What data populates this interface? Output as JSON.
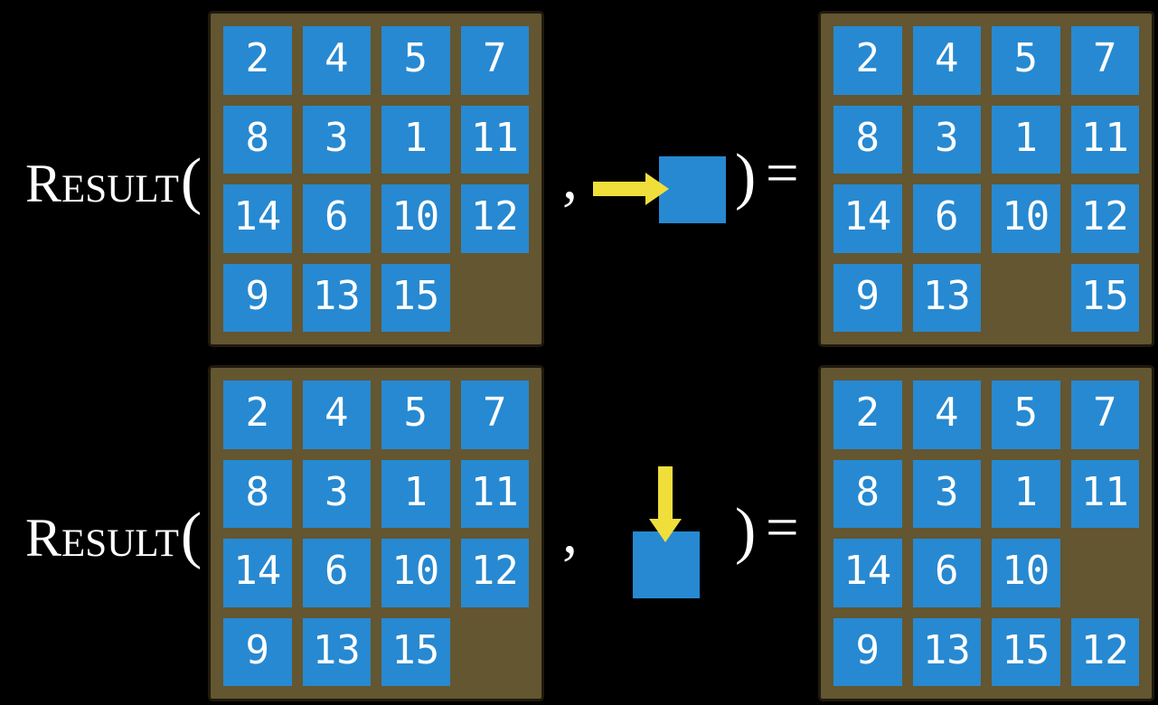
{
  "figure": {
    "label": {
      "initial": "R",
      "rest": "ESULT",
      "open_paren": "(",
      "comma": ",",
      "close_paren": ")",
      "equals": "="
    }
  },
  "colors": {
    "background": "#000000",
    "frame_brown": "#635631",
    "frame_border": "#1f1a0d",
    "tile_blue": "#2789d1",
    "arrow_yellow": "#f0de3b",
    "text_white": "#ffffff"
  },
  "rows": [
    {
      "action": "move-right",
      "arrow_icon": "right-arrow-icon",
      "input_grid": [
        "2",
        "4",
        "5",
        "7",
        "8",
        "3",
        "1",
        "11",
        "14",
        "6",
        "10",
        "12",
        "9",
        "13",
        "15",
        ""
      ],
      "output_grid": [
        "2",
        "4",
        "5",
        "7",
        "8",
        "3",
        "1",
        "11",
        "14",
        "6",
        "10",
        "12",
        "9",
        "13",
        "",
        "15"
      ]
    },
    {
      "action": "move-down",
      "arrow_icon": "down-arrow-icon",
      "input_grid": [
        "2",
        "4",
        "5",
        "7",
        "8",
        "3",
        "1",
        "11",
        "14",
        "6",
        "10",
        "12",
        "9",
        "13",
        "15",
        ""
      ],
      "output_grid": [
        "2",
        "4",
        "5",
        "7",
        "8",
        "3",
        "1",
        "11",
        "14",
        "6",
        "10",
        "",
        "9",
        "13",
        "15",
        "12"
      ]
    }
  ]
}
